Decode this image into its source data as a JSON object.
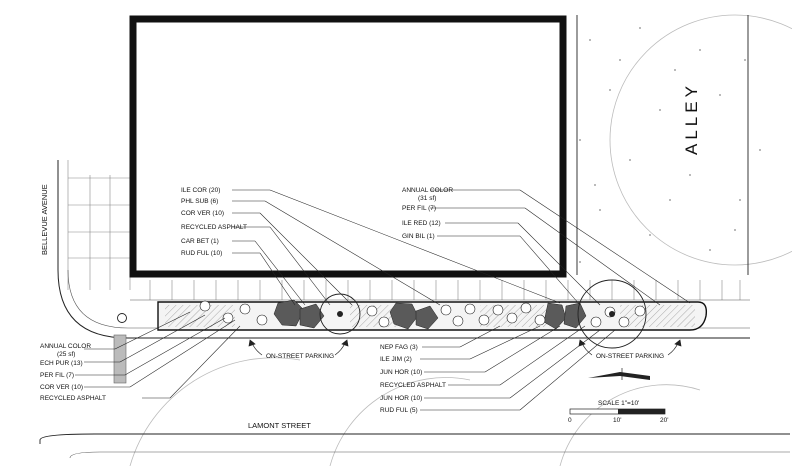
{
  "site": {
    "alley_label": "ALLEY",
    "bellevue_label": "BELLEVUE AVENUE",
    "lamont_label": "LAMONT STREET",
    "parking_left": "ON-STREET PARKING",
    "parking_right": "ON-STREET PARKING"
  },
  "callouts": {
    "upper_left": [
      "ILE COR (20)",
      "PHL SUB (6)",
      "COR VER (10)",
      "RECYCLED ASPHALT",
      "CAR BET (1)",
      "RUD FUL (10)"
    ],
    "upper_right_title": "ANNUAL COLOR",
    "upper_right_sub": "(31 sf)",
    "upper_right": [
      "PER FIL (7)",
      "ILE RED (12)",
      "GIN BIL (1)"
    ],
    "lower_left_title": "ANNUAL COLOR",
    "lower_left_sub": "(25 sf)",
    "lower_left": [
      "ECH PUR (13)",
      "PER FIL (7)",
      "COR VER (10)",
      "RECYCLED ASPHALT"
    ],
    "lower_center": [
      "NEP FAG (3)",
      "ILE JIM (2)",
      "JUN HOR (10)",
      "RECYCLED ASPHALT",
      "JUN HOR (10)",
      "RUD FUL (5)"
    ]
  },
  "scale": {
    "label": "SCALE 1\"=10'",
    "ticks": [
      "0",
      "10'",
      "20'"
    ]
  },
  "colors": {
    "ink": "#111111",
    "plant": "#5a5a5a",
    "paving": "#9a9a9a"
  }
}
